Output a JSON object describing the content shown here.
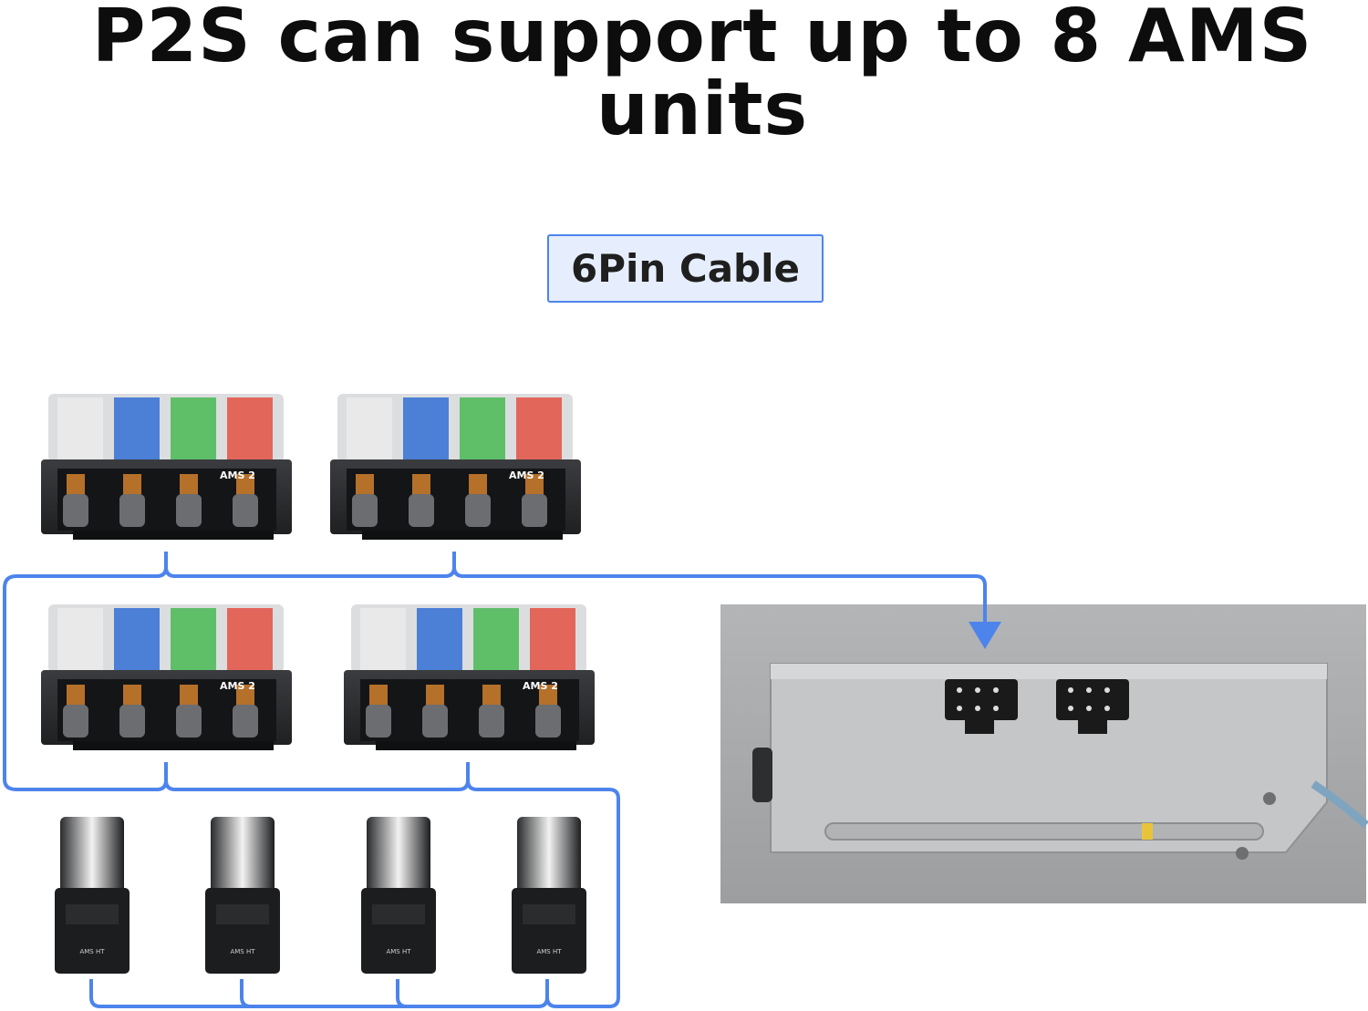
{
  "headline": "P2S can support up to 8 AMS units",
  "cable_label": "6Pin Cable",
  "colors": {
    "cable_blue": "#4d84ec",
    "label_fill": "#e6eefd",
    "spool_white": "#e9e9e9",
    "spool_blue": "#4c7fd6",
    "spool_green": "#5fbf69",
    "spool_red": "#e3665b",
    "printer_panel": "#a7a9ab"
  },
  "ams2_units": [
    {
      "brand": "AMS 2"
    },
    {
      "brand": "AMS 2"
    },
    {
      "brand": "AMS 2"
    },
    {
      "brand": "AMS 2"
    }
  ],
  "ams_ht_units": [
    {
      "brand": "AMS HT"
    },
    {
      "brand": "AMS HT"
    },
    {
      "brand": "AMS HT"
    },
    {
      "brand": "AMS HT"
    }
  ],
  "ports": [
    {
      "icon": "6pin-connector-icon"
    },
    {
      "icon": "6pin-connector-icon"
    }
  ]
}
